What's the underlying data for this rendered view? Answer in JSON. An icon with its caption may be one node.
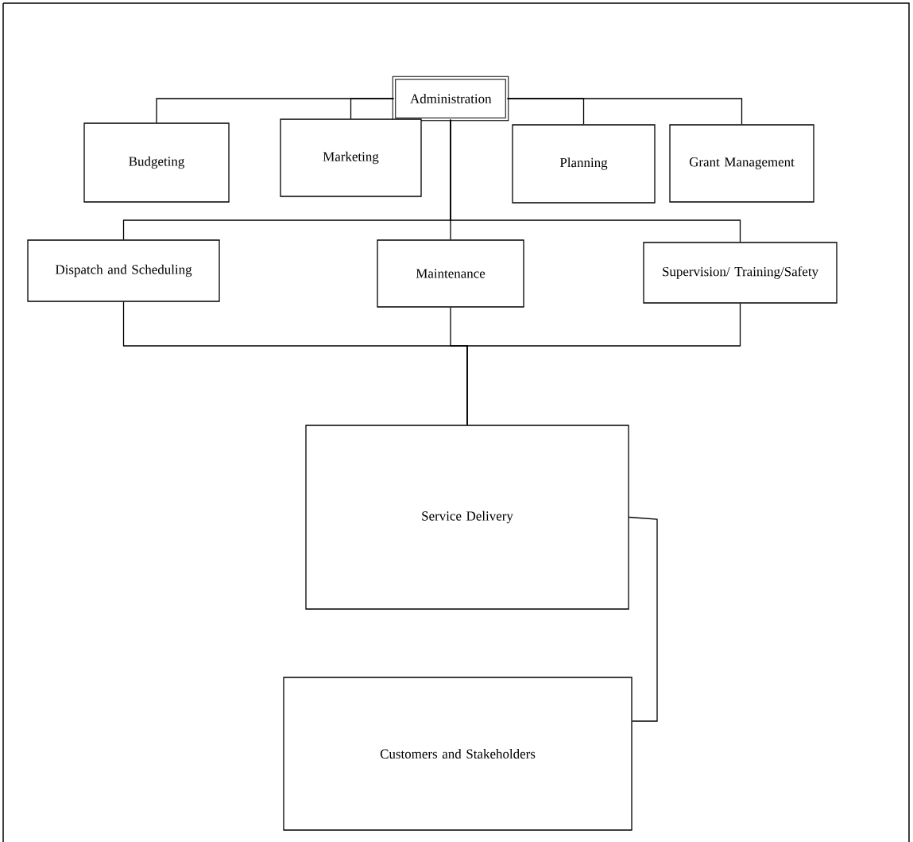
{
  "diagram": {
    "nodes": [
      {
        "text": [
          "Administration"
        ]
      },
      {
        "text": [
          "Budgeting"
        ]
      },
      {
        "text": [
          "Marketing"
        ]
      },
      {
        "text": [
          "Planning"
        ]
      },
      {
        "text": [
          "Grant Management"
        ]
      },
      {
        "text": [
          "Dispatch and Scheduling"
        ]
      },
      {
        "text": [
          "Maintenance"
        ]
      },
      {
        "text": [
          "Supervision/ Training/Safety"
        ]
      },
      {
        "text": [
          "Service Delivery"
        ]
      },
      {
        "text": [
          "Customers and Stakeholders"
        ]
      }
    ],
    "edges": [
      {
        "from": 0,
        "to": 1,
        "arrow": "none"
      },
      {
        "from": 0,
        "to": 2,
        "arrow": "none"
      },
      {
        "from": 0,
        "to": 3,
        "arrow": "none"
      },
      {
        "from": 0,
        "to": 4,
        "arrow": "none"
      },
      {
        "from": 0,
        "to": 5,
        "arrow": "none"
      },
      {
        "from": 0,
        "to": 6,
        "arrow": "none"
      },
      {
        "from": 0,
        "to": 7,
        "arrow": "none"
      },
      {
        "from": 5,
        "to": 8,
        "arrow": "none"
      },
      {
        "from": 6,
        "to": 8,
        "arrow": "none"
      },
      {
        "from": 7,
        "to": 8,
        "arrow": "none"
      },
      {
        "from": 8,
        "to": 9,
        "arrow": "none"
      }
    ]
  }
}
